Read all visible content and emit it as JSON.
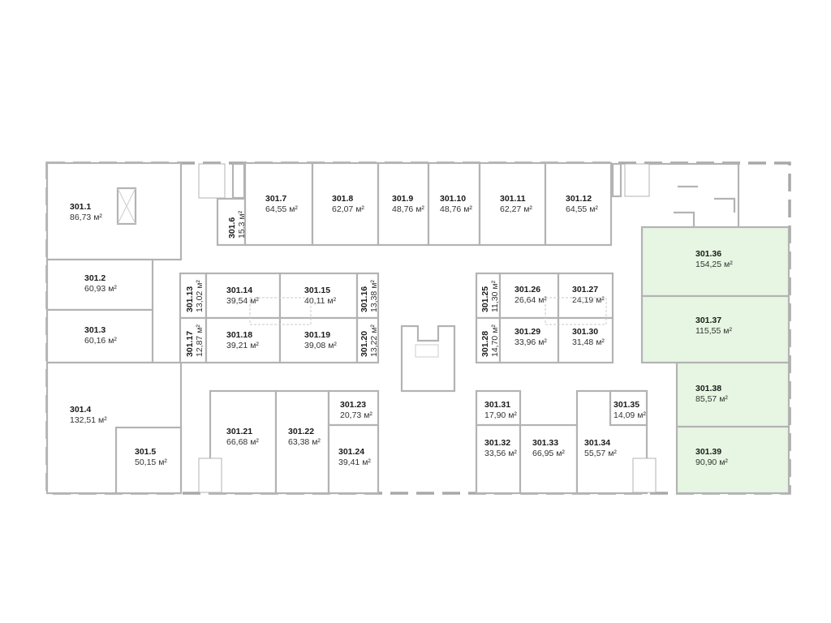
{
  "plan": {
    "unit": "м²",
    "highlight_color": "#e6f6e3",
    "wall_color": "#b3b3b3",
    "rooms": [
      {
        "id": "301.1",
        "area": "86,73 м²",
        "highlighted": false
      },
      {
        "id": "301.2",
        "area": "60,93 м²",
        "highlighted": false
      },
      {
        "id": "301.3",
        "area": "60,16 м²",
        "highlighted": false
      },
      {
        "id": "301.4",
        "area": "132,51 м²",
        "highlighted": false
      },
      {
        "id": "301.5",
        "area": "50,15 м²",
        "highlighted": false
      },
      {
        "id": "301.6",
        "area": "15,3 м²",
        "highlighted": false
      },
      {
        "id": "301.7",
        "area": "64,55 м²",
        "highlighted": false
      },
      {
        "id": "301.8",
        "area": "62,07 м²",
        "highlighted": false
      },
      {
        "id": "301.9",
        "area": "48,76 м²",
        "highlighted": false
      },
      {
        "id": "301.10",
        "area": "48,76 м²",
        "highlighted": false
      },
      {
        "id": "301.11",
        "area": "62,27 м²",
        "highlighted": false
      },
      {
        "id": "301.12",
        "area": "64,55 м²",
        "highlighted": false
      },
      {
        "id": "301.13",
        "area": "13,02 м²",
        "highlighted": false
      },
      {
        "id": "301.14",
        "area": "39,54 м²",
        "highlighted": false
      },
      {
        "id": "301.15",
        "area": "40,11 м²",
        "highlighted": false
      },
      {
        "id": "301.16",
        "area": "13,38 м²",
        "highlighted": false
      },
      {
        "id": "301.17",
        "area": "12,87 м²",
        "highlighted": false
      },
      {
        "id": "301.18",
        "area": "39,21 м²",
        "highlighted": false
      },
      {
        "id": "301.19",
        "area": "39,08 м²",
        "highlighted": false
      },
      {
        "id": "301.20",
        "area": "13,22 м²",
        "highlighted": false
      },
      {
        "id": "301.21",
        "area": "66,68 м²",
        "highlighted": false
      },
      {
        "id": "301.22",
        "area": "63,38 м²",
        "highlighted": false
      },
      {
        "id": "301.23",
        "area": "20,73 м²",
        "highlighted": false
      },
      {
        "id": "301.24",
        "area": "39,41 м²",
        "highlighted": false
      },
      {
        "id": "301.25",
        "area": "11,30 м²",
        "highlighted": false
      },
      {
        "id": "301.26",
        "area": "26,64 м²",
        "highlighted": false
      },
      {
        "id": "301.27",
        "area": "24,19 м²",
        "highlighted": false
      },
      {
        "id": "301.28",
        "area": "14,70 м²",
        "highlighted": false
      },
      {
        "id": "301.29",
        "area": "33,96 м²",
        "highlighted": false
      },
      {
        "id": "301.30",
        "area": "31,48 м²",
        "highlighted": false
      },
      {
        "id": "301.31",
        "area": "17,90 м²",
        "highlighted": false
      },
      {
        "id": "301.32",
        "area": "33,56 м²",
        "highlighted": false
      },
      {
        "id": "301.33",
        "area": "66,95 м²",
        "highlighted": false
      },
      {
        "id": "301.34",
        "area": "55,57 м²",
        "highlighted": false
      },
      {
        "id": "301.35",
        "area": "14,09 м²",
        "highlighted": false
      },
      {
        "id": "301.36",
        "area": "154,25 м²",
        "highlighted": true
      },
      {
        "id": "301.37",
        "area": "115,55 м²",
        "highlighted": true
      },
      {
        "id": "301.38",
        "area": "85,57 м²",
        "highlighted": true
      },
      {
        "id": "301.39",
        "area": "90,90 м²",
        "highlighted": true
      }
    ]
  }
}
